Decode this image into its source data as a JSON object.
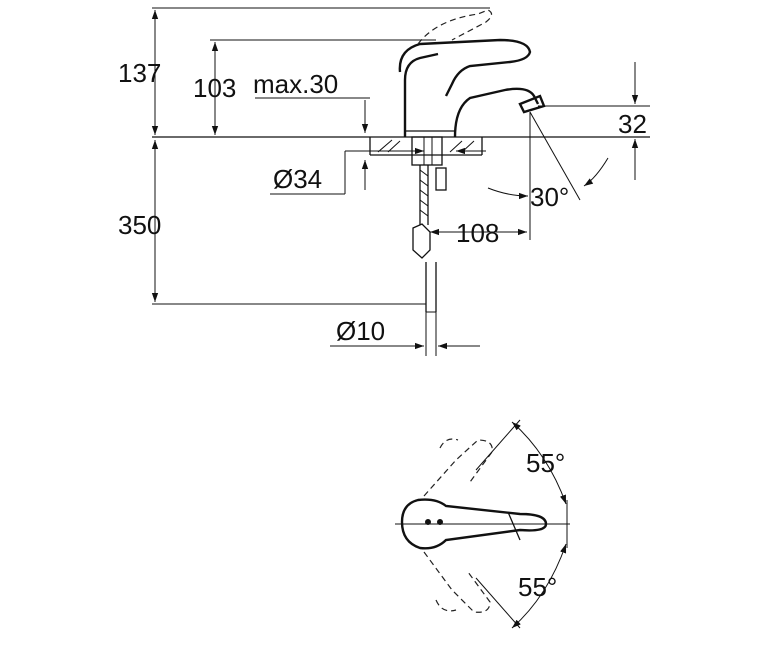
{
  "side_view": {
    "dim_total_height": "137",
    "dim_spout_height": "103",
    "dim_max_thickness": "max.30",
    "dim_outlet_height": "32",
    "dim_hole_diameter": "Ø34",
    "dim_outlet_angle": "30°",
    "dim_hose_length": "350",
    "dim_projection": "108",
    "dim_connection": "Ø10"
  },
  "top_view": {
    "dim_rotation_upper": "55°",
    "dim_rotation_lower": "55°"
  }
}
